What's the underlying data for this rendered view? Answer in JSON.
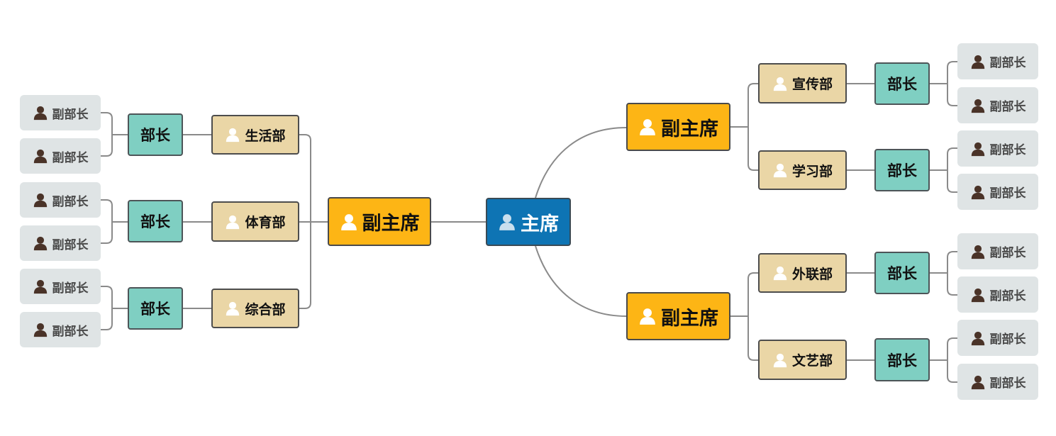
{
  "colors": {
    "line": "#8a8a8a",
    "root_icon": "#c9dfee",
    "vice_icon": "#ffffff",
    "dept_icon": "#ffffff",
    "deputy_icon": "#4a3328"
  },
  "tree": {
    "root": {
      "label": "主席",
      "icon": "person-icon"
    },
    "left": [
      {
        "label": "副主席",
        "icon": "person-icon",
        "children": [
          {
            "label": "生活部",
            "icon": "person-icon",
            "head": "部长",
            "deputies": [
              "副部长",
              "副部长"
            ]
          },
          {
            "label": "体育部",
            "icon": "person-icon",
            "head": "部长",
            "deputies": [
              "副部长",
              "副部长"
            ]
          },
          {
            "label": "综合部",
            "icon": "person-icon",
            "head": "部长",
            "deputies": [
              "副部长",
              "副部长"
            ]
          }
        ]
      }
    ],
    "right": [
      {
        "label": "副主席",
        "icon": "person-icon",
        "children": [
          {
            "label": "宣传部",
            "icon": "person-icon",
            "head": "部长",
            "deputies": [
              "副部长",
              "副部长"
            ]
          },
          {
            "label": "学习部",
            "icon": "person-icon",
            "head": "部长",
            "deputies": [
              "副部长",
              "副部长"
            ]
          }
        ]
      },
      {
        "label": "副主席",
        "icon": "person-icon",
        "children": [
          {
            "label": "外联部",
            "icon": "person-icon",
            "head": "部长",
            "deputies": [
              "副部长",
              "副部长"
            ]
          },
          {
            "label": "文艺部",
            "icon": "person-icon",
            "head": "部长",
            "deputies": [
              "副部长",
              "副部长"
            ]
          }
        ]
      }
    ]
  }
}
